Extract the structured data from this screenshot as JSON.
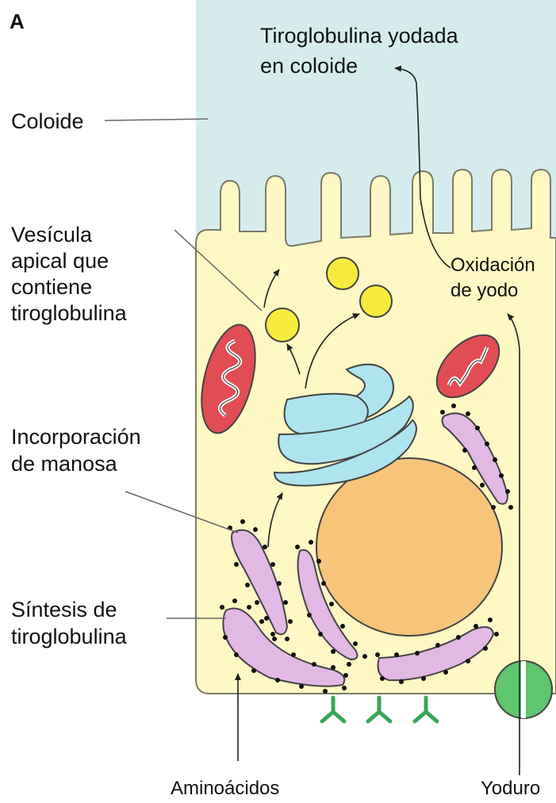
{
  "panel_letter": "A",
  "labels": {
    "iodinated_tg": [
      "Tiroglobulina yodada",
      "en coloide"
    ],
    "colloid": "Coloide",
    "apical_vesicle": [
      "Vesícula",
      "apical que",
      "contiene",
      "tiroglobulina"
    ],
    "iodine_oxidation": [
      "Oxidación",
      "de yodo"
    ],
    "mannose": [
      "Incorporación",
      "de manosa"
    ],
    "tg_synthesis": [
      "Síntesis de",
      "tiroglobulina"
    ],
    "amino_acids": "Aminoácidos",
    "iodide": "Yoduro"
  },
  "colors": {
    "colloid": "#d6ecec",
    "cell": "#fdf8c4",
    "nucleus": "#f6c57a",
    "golgi": "#aee4ee",
    "er": "#e2b9e3",
    "vesicle": "#f7ec3e",
    "mitochondria": "#e24c55",
    "receptor": "#3aa55c",
    "iodide_transporter": "#5fc56f"
  }
}
